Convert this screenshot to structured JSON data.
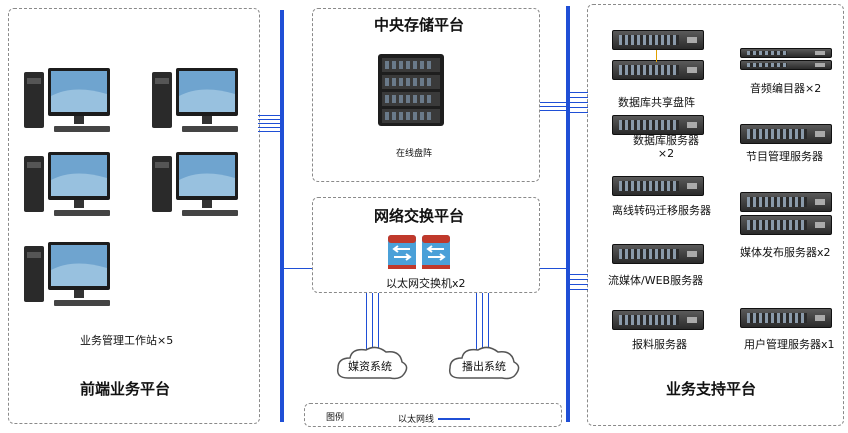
{
  "frontend": {
    "title": "前端业务平台",
    "workstation_label": "业务管理工作站×5"
  },
  "storage": {
    "title": "中央存储平台",
    "device_label": "在线盘阵"
  },
  "network": {
    "title": "网络交换平台",
    "switch_label": "以太网交换机x2"
  },
  "clouds": {
    "media": "媒资系统",
    "broadcast": "播出系统"
  },
  "legend": {
    "title": "图例",
    "ethernet": "以太网线"
  },
  "support": {
    "title": "业务支持平台",
    "left": [
      {
        "label": "数据库共享盘阵"
      },
      {
        "label": "数据库服务器\n×2"
      },
      {
        "label": "离线转码迁移服务器"
      },
      {
        "label": "流媒体/WEB服务器"
      },
      {
        "label": "报料服务器"
      }
    ],
    "right": [
      {
        "label": "音频编目器×2"
      },
      {
        "label": "节目管理服务器"
      },
      {
        "label": "媒体发布服务器x2"
      },
      {
        "label": "用户管理服务器x1"
      }
    ]
  },
  "colors": {
    "bus": "#1f4fd6",
    "switch": "#c0392b"
  }
}
